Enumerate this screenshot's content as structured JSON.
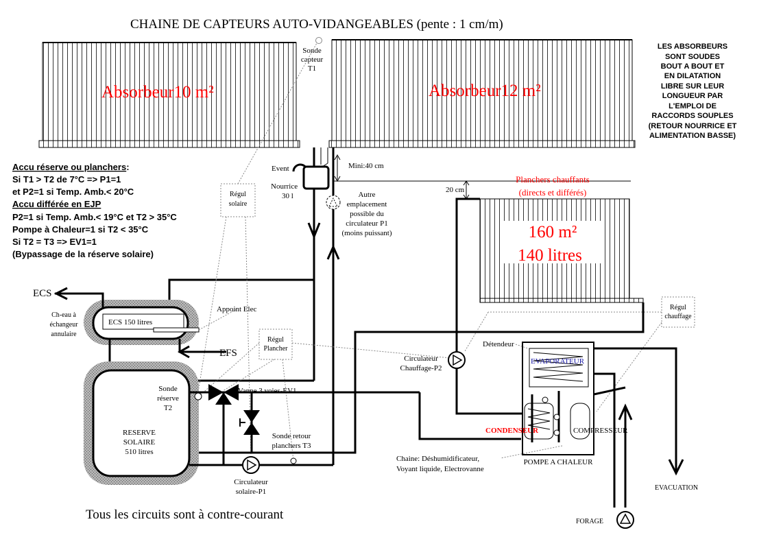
{
  "title": "CHAINE DE CAPTEURS AUTO-VIDANGEABLES (pente : 1 cm/m)",
  "absorbers": {
    "left_label": "Absorbeur10 m²",
    "right_label": "Absorbeur12 m²",
    "sensor_label": [
      "Sonde",
      "capteur",
      "T1"
    ]
  },
  "note_right": [
    "LES ABSORBEURS",
    "SONT SOUDES",
    "BOUT A BOUT ET",
    "EN DILATATION",
    "LIBRE SUR LEUR",
    "LONGUEUR PAR",
    "L'EMPLOI DE",
    "RACCORDS SOUPLES",
    "(RETOUR NOURRICE ET",
    "ALIMENTATION BASSE)"
  ],
  "rules": {
    "heading1": "Accu  réserve ou planchers",
    "heading1_suffix": ":",
    "line1": "Si T1 > T2 de 7°C => P1=1",
    "line2": "et P2=1 si Temp. Amb.< 20°C",
    "heading2": "Accu différée en EJP",
    "line3": "P2=1 si Temp. Amb.< 19°C et T2 > 35°C",
    "line4": "Pompe à Chaleur=1 si T2 < 35°C",
    "line5": "Si T2 = T3 => EV1=1",
    "line6": "(Bypassage de la réserve solaire)"
  },
  "labels": {
    "event": "Event",
    "nourrice": [
      "Nourrice",
      "30 l"
    ],
    "mini": "Mini:40 cm",
    "twenty": "20 cm",
    "autre": [
      "Autre",
      "emplacement",
      "possible du",
      "circulateur P1",
      "(moins puissant)"
    ],
    "regul_solaire": [
      "Régul",
      "solaire"
    ],
    "regul_plancher": [
      "Régul",
      "Plancher"
    ],
    "regul_chauffage": [
      "Régul",
      "chauffage"
    ],
    "planchers_title": [
      "Planchers chauffants",
      "(directs et différés)"
    ],
    "planchers_area": "160 m²",
    "planchers_volume": "140 litres",
    "ecs": "ECS",
    "efs": "EFS",
    "chauffe_eau": [
      "Ch-eau à",
      "échangeur",
      "annulaire"
    ],
    "ecs_tank": "ECS 150 litres",
    "appoint": "Appoint Elec",
    "reserve": [
      "RESERVE",
      "SOLAIRE",
      "510 litres"
    ],
    "sonde_reserve": [
      "Sonde",
      "réserve",
      "T2"
    ],
    "vanne": "Vanne 3 voies-EV1",
    "sonde_retour": [
      "Sonde retour",
      "planchers T3"
    ],
    "circ_solaire": [
      "Circulateur",
      "solaire-P1"
    ],
    "circ_chauffage": [
      "Circulateur",
      "Chauffage-P2"
    ],
    "detendeur": "Détendeur",
    "evaporateur": "EVAPORATEUR",
    "condenseur": "CONDENSEUR",
    "compresseur": "COMPRESSEUR",
    "pac": "POMPE A CHALEUR",
    "chaine": [
      "Chaine: Déshumidificateur,",
      "Voyant liquide, Electrovanne"
    ],
    "evacuation": "EVACUATION",
    "forage": "FORAGE",
    "footer": "Tous les circuits sont à contre-courant"
  },
  "colors": {
    "red": "#ff0000",
    "blue": "#1a1aa6",
    "stipple": "#9a9a9a"
  }
}
